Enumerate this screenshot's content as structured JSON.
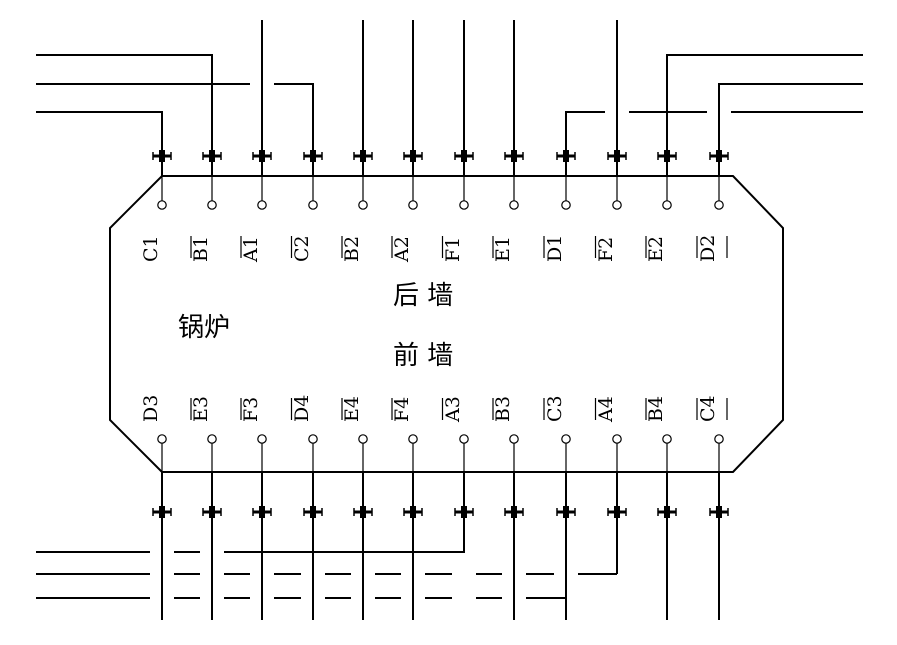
{
  "labels": {
    "boiler": "锅炉",
    "rear_wall": "后 墙",
    "front_wall": "前 墙"
  },
  "top_burners": [
    "C1",
    "B1",
    "A1",
    "C2",
    "B2",
    "A2",
    "F1",
    "E1",
    "D1",
    "F2",
    "E2",
    "D2"
  ],
  "bottom_burners": [
    "D3",
    "E3",
    "F3",
    "D4",
    "E4",
    "F4",
    "A3",
    "B3",
    "C3",
    "A4",
    "B4",
    "C4"
  ]
}
